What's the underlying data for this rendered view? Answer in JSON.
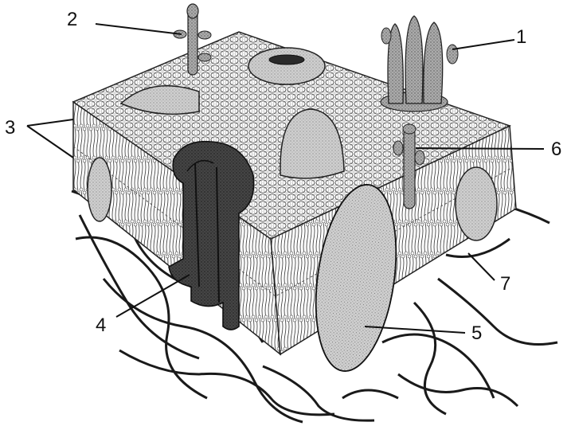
{
  "labels": {
    "one": "1",
    "two": "2",
    "three": "3",
    "four": "4",
    "five": "5",
    "six": "6",
    "seven": "7"
  },
  "colors": {
    "ink": "#111111",
    "protein_light": "#c8c8c8",
    "protein_mid": "#a8a8a8",
    "protein_dark": "#3a3a3a",
    "membrane_fill": "#f2f2f2",
    "background": "#ffffff"
  }
}
